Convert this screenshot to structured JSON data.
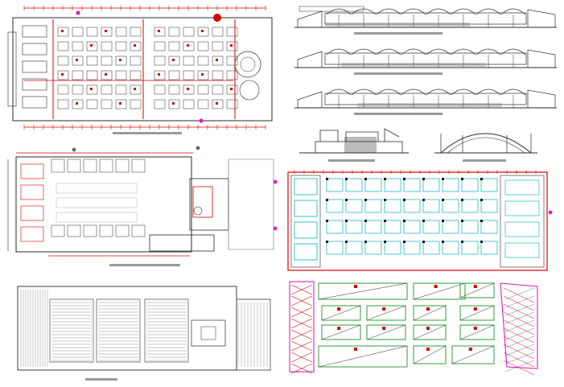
{
  "drawing": {
    "description_visible_text": "",
    "colors": {
      "background": "#ffffff",
      "linework": "#2a2a2a",
      "grid_red": "#d40000",
      "dimension_red": "#e00000",
      "marker_magenta": "#e020c0",
      "structure_cyan": "#22b8c8",
      "structure_green": "#2f9e3a",
      "roof_gray": "#7a7a7a",
      "column_black": "#111111"
    },
    "views": [
      {
        "name": "ground-floor-plan"
      },
      {
        "name": "front-elevation"
      },
      {
        "name": "side-elevation-1"
      },
      {
        "name": "side-elevation-2"
      },
      {
        "name": "section-a"
      },
      {
        "name": "section-b"
      },
      {
        "name": "upper-floor-plan"
      },
      {
        "name": "structural-grid-plan"
      },
      {
        "name": "roof-plan"
      },
      {
        "name": "roof-framing-plan"
      }
    ]
  }
}
